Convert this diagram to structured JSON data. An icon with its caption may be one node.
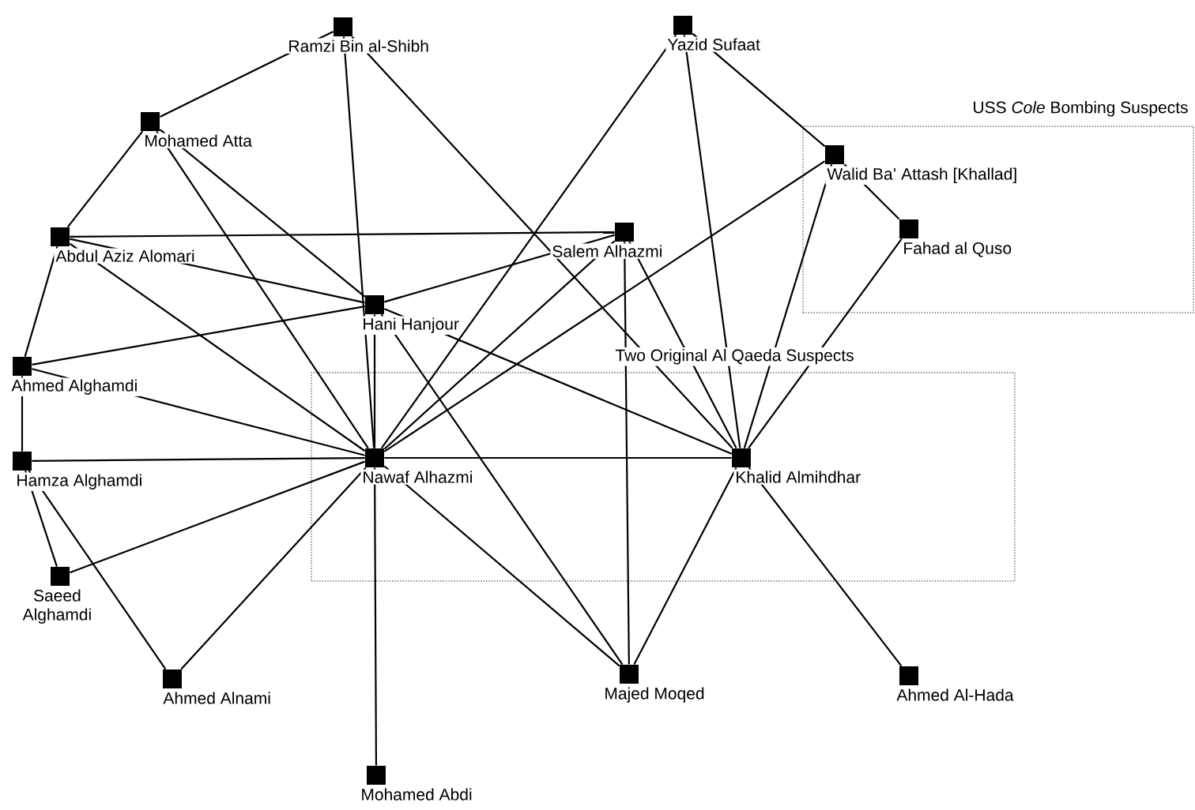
{
  "diagram": {
    "nodes": [
      {
        "text": [
          "Ramzi Bin al-Shibh"
        ]
      },
      {
        "text": [
          "Yazid Sufaat"
        ]
      },
      {
        "text": [
          "USS *Cole* Bombing Suspects"
        ]
      },
      {
        "text": [
          "Walid Ba’ Attash [Khallad]"
        ],
        "in": 2
      },
      {
        "text": [
          "Mohamed Atta"
        ]
      },
      {
        "text": [
          "Abdul Aziz Alomari"
        ]
      },
      {
        "text": [
          "Salem Alhazmi"
        ]
      },
      {
        "text": [
          "Fahad al Quso"
        ],
        "in": 2
      },
      {
        "text": [
          "Hani Hanjour"
        ]
      },
      {
        "text": [
          "Two Original Al Qaeda Suspects"
        ]
      },
      {
        "text": [
          "Ahmed Alghamdi"
        ]
      },
      {
        "text": [
          "Hamza Alghamdi"
        ]
      },
      {
        "text": [
          "Nawaf Alhazmi"
        ],
        "in": 9
      },
      {
        "text": [
          "Khalid Almihdhar"
        ],
        "in": 9
      },
      {
        "text": [
          "Saeed Alghamdi"
        ]
      },
      {
        "text": [
          "Ahmed Alnami"
        ]
      },
      {
        "text": [
          "Majed Moqed"
        ]
      },
      {
        "text": [
          "Ahmed Al-Hada"
        ]
      },
      {
        "text": [
          "Mohamed Abdi"
        ]
      }
    ],
    "edges": [
      {
        "from": 0,
        "to": 4,
        "arrow": "none"
      },
      {
        "from": 0,
        "to": 12,
        "arrow": "none"
      },
      {
        "from": 0,
        "to": 13,
        "arrow": "none"
      },
      {
        "from": 1,
        "to": 12,
        "arrow": "none"
      },
      {
        "from": 1,
        "to": 13,
        "arrow": "none"
      },
      {
        "from": 1,
        "to": 3,
        "arrow": "none"
      },
      {
        "from": 3,
        "to": 7,
        "arrow": "none"
      },
      {
        "from": 3,
        "to": 12,
        "arrow": "none"
      },
      {
        "from": 3,
        "to": 13,
        "arrow": "none"
      },
      {
        "from": 4,
        "to": 5,
        "arrow": "none"
      },
      {
        "from": 4,
        "to": 12,
        "arrow": "none"
      },
      {
        "from": 4,
        "to": 8,
        "arrow": "none"
      },
      {
        "from": 5,
        "to": 6,
        "arrow": "none"
      },
      {
        "from": 5,
        "to": 8,
        "arrow": "none"
      },
      {
        "from": 5,
        "to": 12,
        "arrow": "none"
      },
      {
        "from": 5,
        "to": 10,
        "arrow": "none"
      },
      {
        "from": 6,
        "to": 8,
        "arrow": "none"
      },
      {
        "from": 6,
        "to": 12,
        "arrow": "none"
      },
      {
        "from": 6,
        "to": 16,
        "arrow": "none"
      },
      {
        "from": 6,
        "to": 13,
        "arrow": "none"
      },
      {
        "from": 7,
        "to": 13,
        "arrow": "none"
      },
      {
        "from": 8,
        "to": 10,
        "arrow": "none"
      },
      {
        "from": 8,
        "to": 12,
        "arrow": "none"
      },
      {
        "from": 8,
        "to": 16,
        "arrow": "none"
      },
      {
        "from": 8,
        "to": 13,
        "arrow": "none"
      },
      {
        "from": 10,
        "to": 11,
        "arrow": "none"
      },
      {
        "from": 10,
        "to": 12,
        "arrow": "none"
      },
      {
        "from": 11,
        "to": 12,
        "arrow": "none"
      },
      {
        "from": 11,
        "to": 14,
        "arrow": "none"
      },
      {
        "from": 11,
        "to": 15,
        "arrow": "none"
      },
      {
        "from": 12,
        "to": 13,
        "arrow": "none"
      },
      {
        "from": 12,
        "to": 14,
        "arrow": "none"
      },
      {
        "from": 12,
        "to": 15,
        "arrow": "none"
      },
      {
        "from": 12,
        "to": 16,
        "arrow": "none"
      },
      {
        "from": 12,
        "to": 18,
        "arrow": "none"
      },
      {
        "from": 13,
        "to": 16,
        "arrow": "none"
      },
      {
        "from": 13,
        "to": 17,
        "arrow": "none"
      }
    ]
  }
}
